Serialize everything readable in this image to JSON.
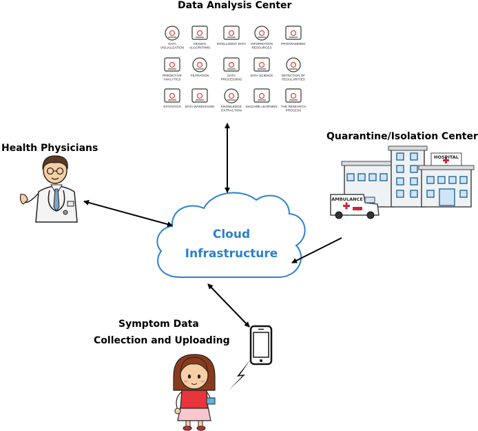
{
  "titles": {
    "data_center": "Data Analysis Center",
    "physicians": "Health Physicians",
    "quarantine": "Quarantine/Isolation Center",
    "symptom_line1": "Symptom Data",
    "symptom_line2": "Collection and Uploading"
  },
  "cloud": {
    "line1": "Cloud",
    "line2": "Infrastructure"
  },
  "hospital": {
    "sign": "HOSPITAL",
    "ambulance": "AMBULANCE"
  },
  "analysis_icons": [
    [
      "DATA",
      "VISUALIZATION"
    ],
    [
      "DESIGN",
      "ALGORITHMS"
    ],
    [
      "INTELLIGENT DATA",
      ""
    ],
    [
      "INFORMATION",
      "RESOURCES"
    ],
    [
      "PROGRAMMING",
      ""
    ],
    [
      "PREDICTIVE",
      "ANALYTICS"
    ],
    [
      "FILTRATION",
      ""
    ],
    [
      "DATA",
      "PROCESSING"
    ],
    [
      "DATA SCIENCE",
      ""
    ],
    [
      "DETECTION OF",
      "REGULARITIES"
    ],
    [
      "STATISTICS",
      ""
    ],
    [
      "DATA WAREHOUSE",
      ""
    ],
    [
      "KNOWLEDGE",
      "EXTRACTION"
    ],
    [
      "MACHINE LEARNING",
      ""
    ],
    [
      "THE RESEARCH",
      "PROCESS"
    ]
  ],
  "colors": {
    "cloud_text": "#2a7fd0",
    "cloud_stroke": "#2a7fd0",
    "cross": "#d0223a"
  }
}
